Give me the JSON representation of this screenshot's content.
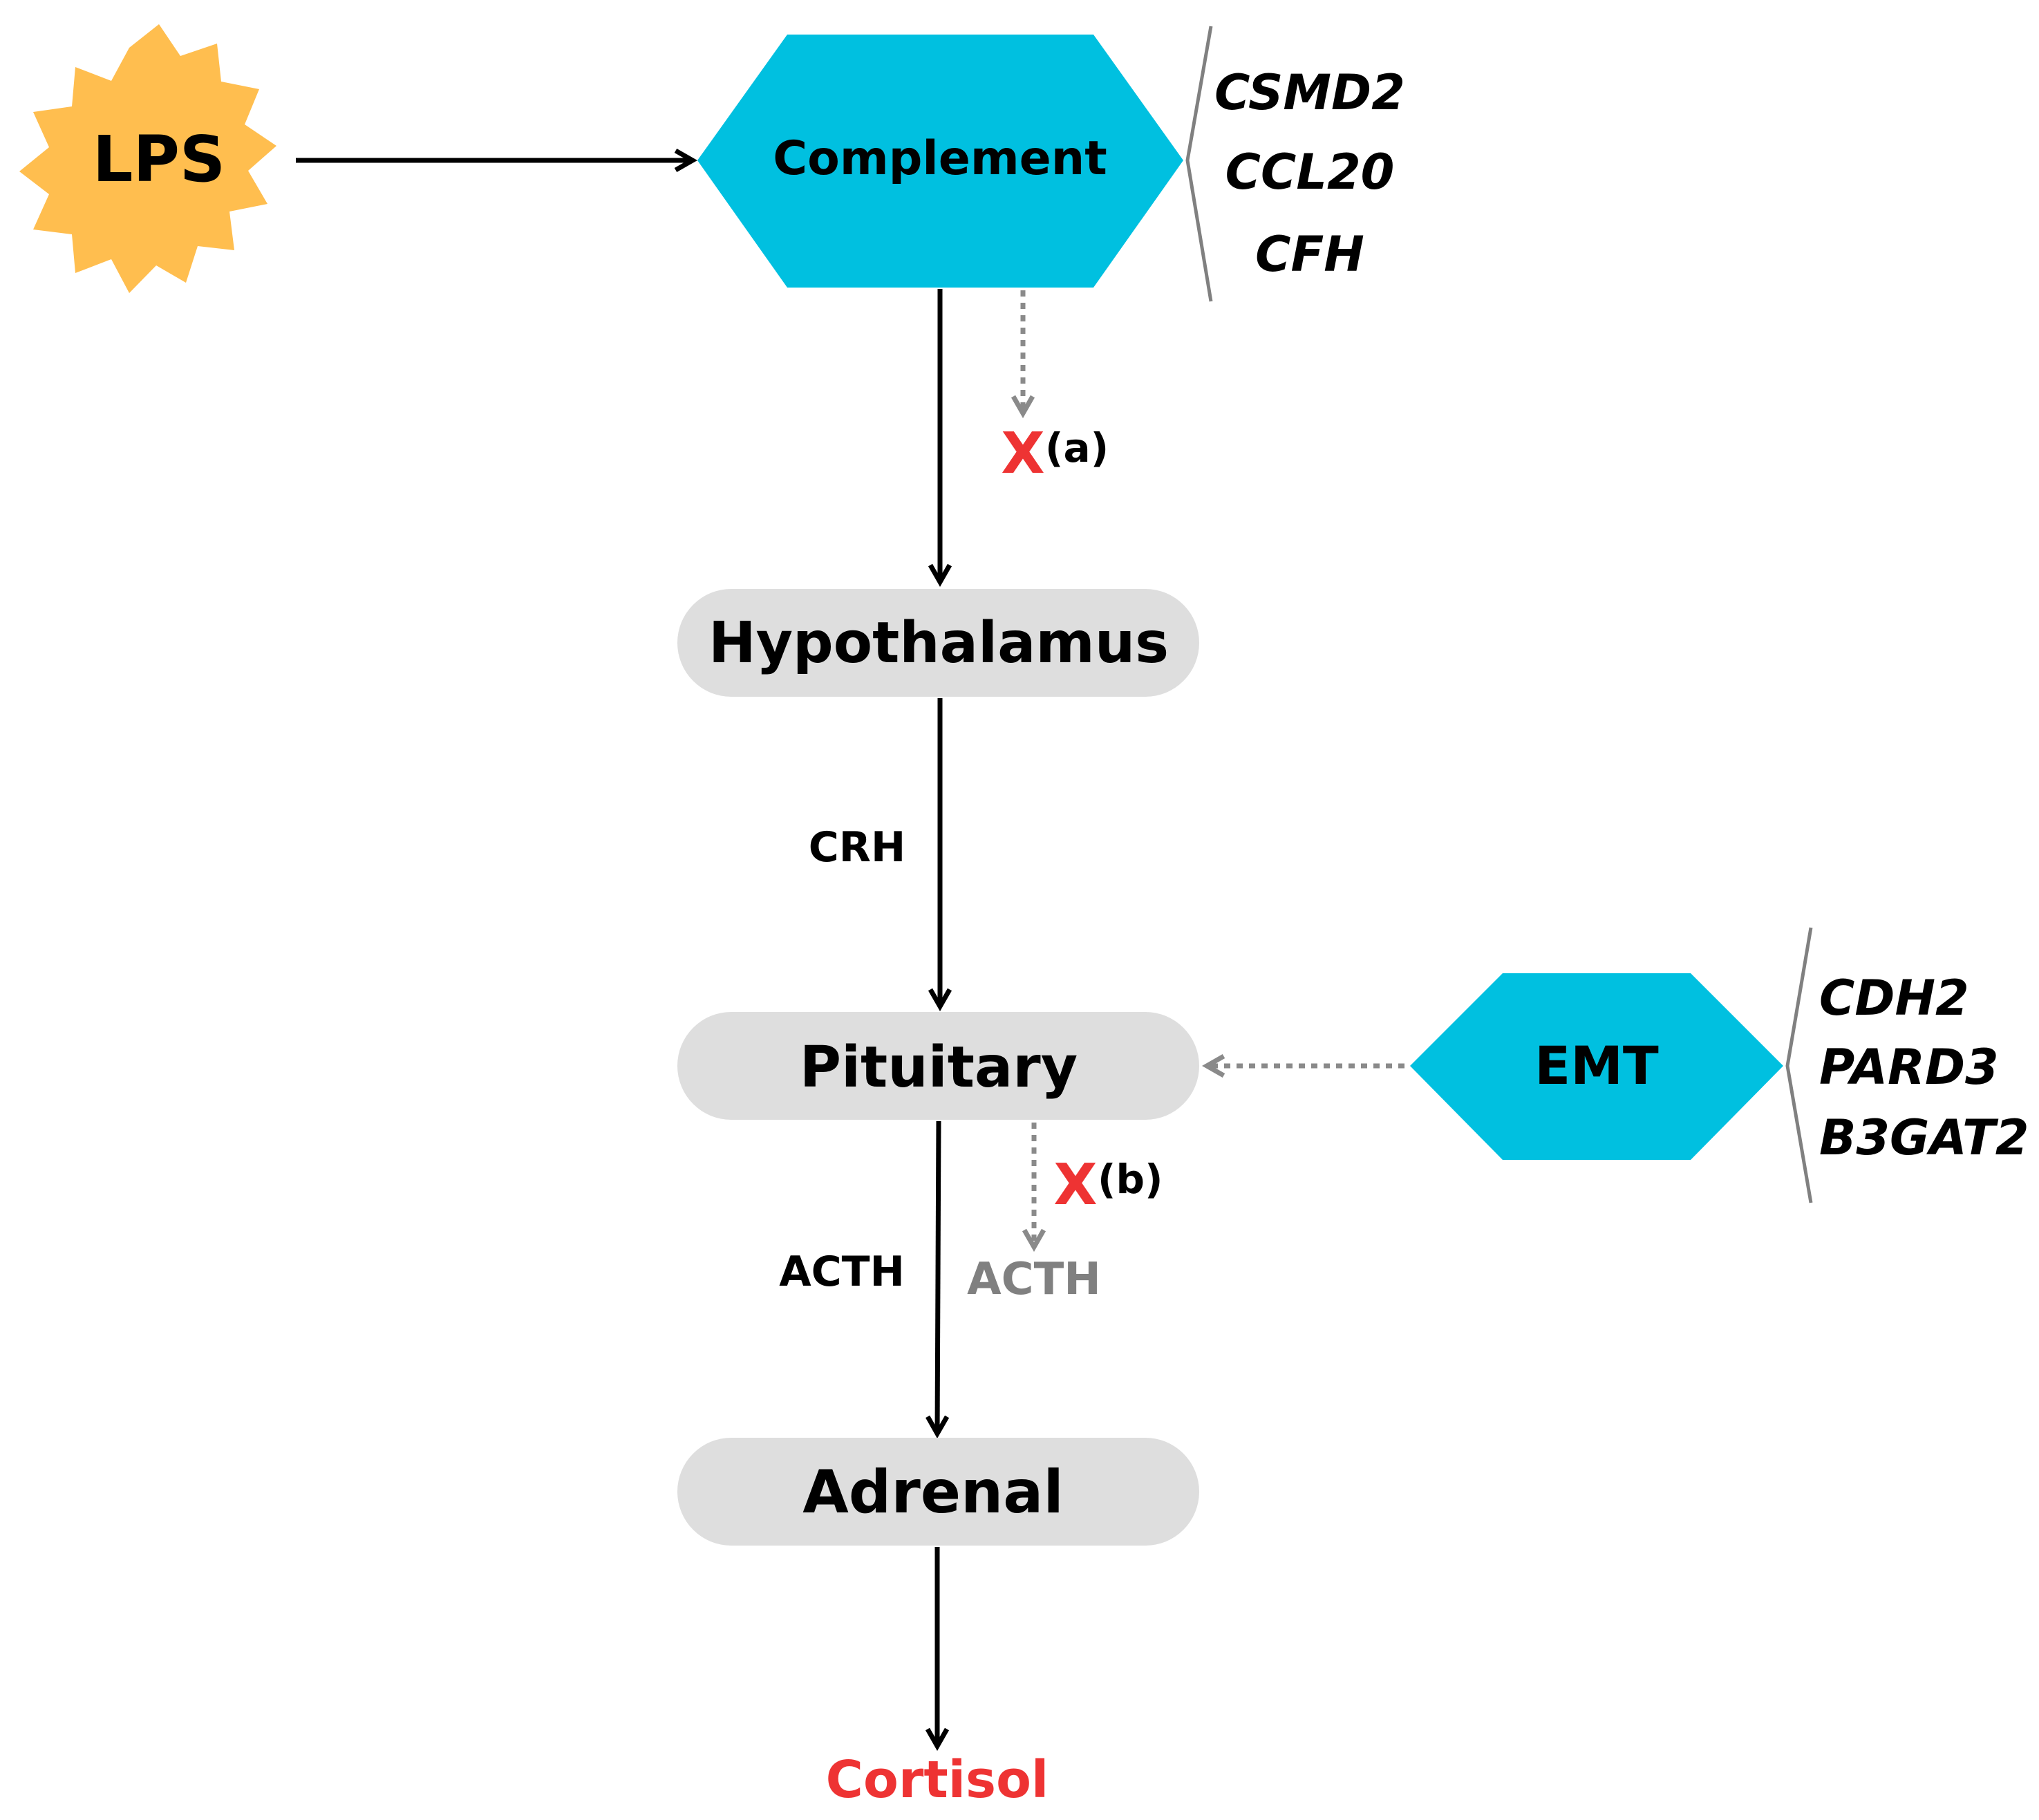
{
  "nodes": {
    "lps": "LPS",
    "complement": "Complement",
    "hypothalamus": "Hypothalamus",
    "pituitary": "Pituitary",
    "adrenal": "Adrenal",
    "emt": "EMT",
    "cortisol": "Cortisol"
  },
  "complement_genes": [
    "CSMD2",
    "CCL20",
    "CFH"
  ],
  "emt_genes": [
    "CDH2",
    "PARD3",
    "B3GAT2"
  ],
  "edge_labels": {
    "crh": "CRH",
    "acth": "ACTH",
    "acth_reduced": "ACTH"
  },
  "blocks": {
    "a": {
      "mark": "X",
      "label": "(a)"
    },
    "b": {
      "mark": "X",
      "label": "(b)"
    }
  },
  "colors": {
    "lps_fill": "#FFBE4F",
    "hexagon_fill": "#00C0E0",
    "organ_fill": "#DEDEDE",
    "arrow": "#000000",
    "dotted_arrow": "#8A8A8A",
    "block_mark": "#EE3333",
    "cortisol_text": "#EE3333",
    "reduced_text": "#808080",
    "bracket": "#808080"
  }
}
